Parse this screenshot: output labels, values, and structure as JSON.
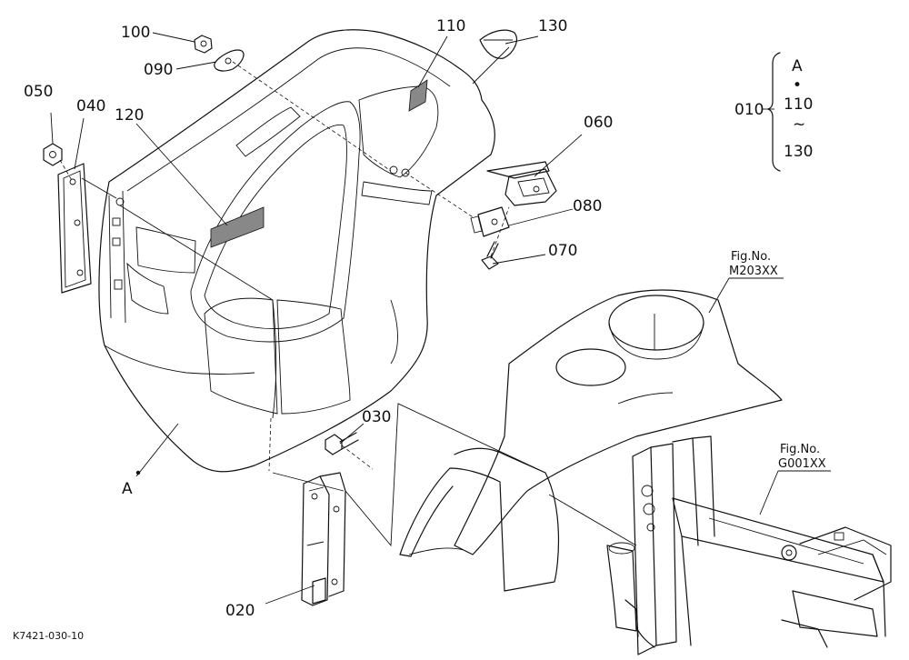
{
  "labels": {
    "p010": "010",
    "p020": "020",
    "p030": "030",
    "p040": "040",
    "p050": "050",
    "p060": "060",
    "p070": "070",
    "p080": "080",
    "p090": "090",
    "p100": "100",
    "p110": "110",
    "p120": "120",
    "p130": "130",
    "ref_a": "A"
  },
  "assembly_note": {
    "top": "A",
    "dot": "•",
    "middle": "110",
    "tilde": "~",
    "bottom": "130"
  },
  "fig_refs": {
    "m203": {
      "caption": "Fig.No.",
      "code": "M203XX"
    },
    "g001": {
      "caption": "Fig.No.",
      "code": "G001XX"
    }
  },
  "drawing_code": "K7421-030-10"
}
